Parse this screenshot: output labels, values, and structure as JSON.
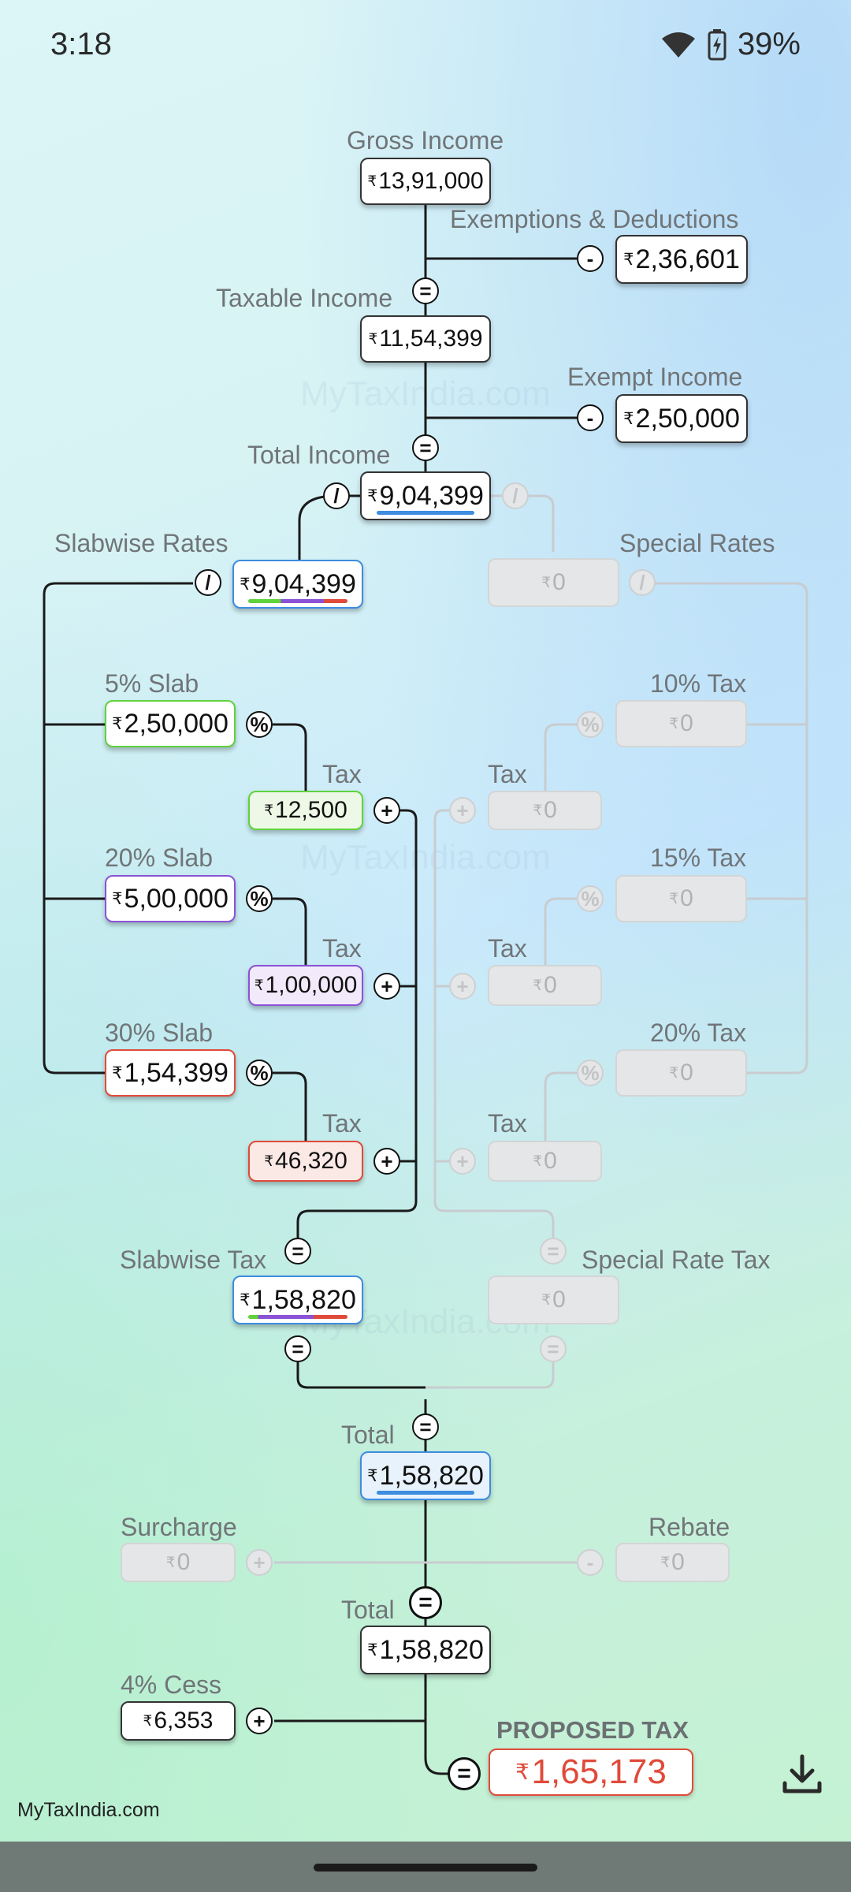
{
  "status_bar": {
    "time": "3:18",
    "battery": "39%"
  },
  "watermark": "MyTaxIndia.com",
  "currency": "₹",
  "gross_income": {
    "label": "Gross Income",
    "value": "13,91,000"
  },
  "exemptions": {
    "label": "Exemptions & Deductions",
    "value": "2,36,601"
  },
  "taxable_income": {
    "label": "Taxable Income",
    "value": "11,54,399"
  },
  "exempt_income": {
    "label": "Exempt Income",
    "value": "2,50,000"
  },
  "total_income": {
    "label": "Total Income",
    "value": "9,04,399"
  },
  "slabwise_rates": {
    "label": "Slabwise Rates",
    "value": "9,04,399"
  },
  "special_rates": {
    "label": "Special Rates",
    "value": "0"
  },
  "slabs": [
    {
      "label": "5% Slab",
      "value": "2,50,000",
      "tax_label": "Tax",
      "tax": "12,500",
      "color": "#5ed33b"
    },
    {
      "label": "20% Slab",
      "value": "5,00,000",
      "tax_label": "Tax",
      "tax": "1,00,000",
      "color": "#8a52d6"
    },
    {
      "label": "30% Slab",
      "value": "1,54,399",
      "tax_label": "Tax",
      "tax": "46,320",
      "color": "#e04a3a"
    }
  ],
  "special_taxes": [
    {
      "label": "10% Tax",
      "value": "0",
      "tax_label": "Tax",
      "tax": "0"
    },
    {
      "label": "15% Tax",
      "value": "0",
      "tax_label": "Tax",
      "tax": "0"
    },
    {
      "label": "20% Tax",
      "value": "0",
      "tax_label": "Tax",
      "tax": "0"
    }
  ],
  "slabwise_tax": {
    "label": "Slabwise Tax",
    "value": "1,58,820"
  },
  "special_rate_tax": {
    "label": "Special Rate Tax",
    "value": "0"
  },
  "total1": {
    "label": "Total",
    "value": "1,58,820"
  },
  "surcharge": {
    "label": "Surcharge",
    "value": "0"
  },
  "rebate": {
    "label": "Rebate",
    "value": "0"
  },
  "total2": {
    "label": "Total",
    "value": "1,58,820"
  },
  "cess": {
    "label": "4% Cess",
    "value": "6,353"
  },
  "proposed_tax": {
    "label": "PROPOSED TAX",
    "value": "1,65,173"
  },
  "operators": {
    "minus": "-",
    "equals": "=",
    "divide": "/",
    "percent": "%",
    "plus": "+"
  },
  "footer": "MyTaxIndia.com",
  "colors": {
    "accent_blue": "#3d8de0",
    "green": "#5ed33b",
    "purple": "#8a52d6",
    "red": "#e04a3a"
  }
}
